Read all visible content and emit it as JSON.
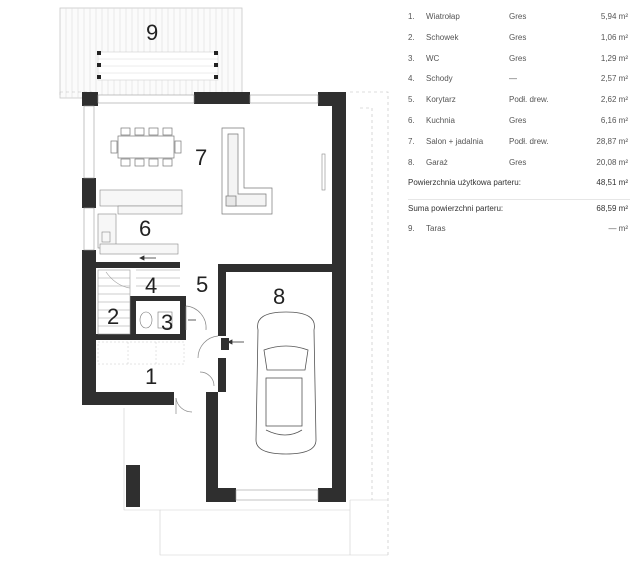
{
  "rooms": [
    {
      "num": "1.",
      "name": "Wiatrołap",
      "finish": "Gres",
      "area": "5,94 m²"
    },
    {
      "num": "2.",
      "name": "Schowek",
      "finish": "Gres",
      "area": "1,06 m²"
    },
    {
      "num": "3.",
      "name": "WC",
      "finish": "Gres",
      "area": "1,29 m²"
    },
    {
      "num": "4.",
      "name": "Schody",
      "finish": "—",
      "area": "2,57 m²"
    },
    {
      "num": "5.",
      "name": "Korytarz",
      "finish": "Podł. drew.",
      "area": "2,62 m²"
    },
    {
      "num": "6.",
      "name": "Kuchnia",
      "finish": "Gres",
      "area": "6,16 m²"
    },
    {
      "num": "7.",
      "name": "Salon + jadalnia",
      "finish": "Podł. drew.",
      "area": "28,87 m²"
    },
    {
      "num": "8.",
      "name": "Garaż",
      "finish": "Gres",
      "area": "20,08 m²"
    }
  ],
  "totals": {
    "usable_label": "Powierzchnia użytkowa parteru:",
    "usable_value": "48,51 m²",
    "sum_label": "Suma powierzchni parteru:",
    "sum_value": "68,59 m²"
  },
  "terrace": {
    "num": "9.",
    "name": "Taras",
    "area": "— m²"
  },
  "plan_labels": {
    "r1": "1",
    "r2": "2",
    "r3": "3",
    "r4": "4",
    "r5": "5",
    "r6": "6",
    "r7": "7",
    "r8": "8",
    "r9": "9"
  }
}
